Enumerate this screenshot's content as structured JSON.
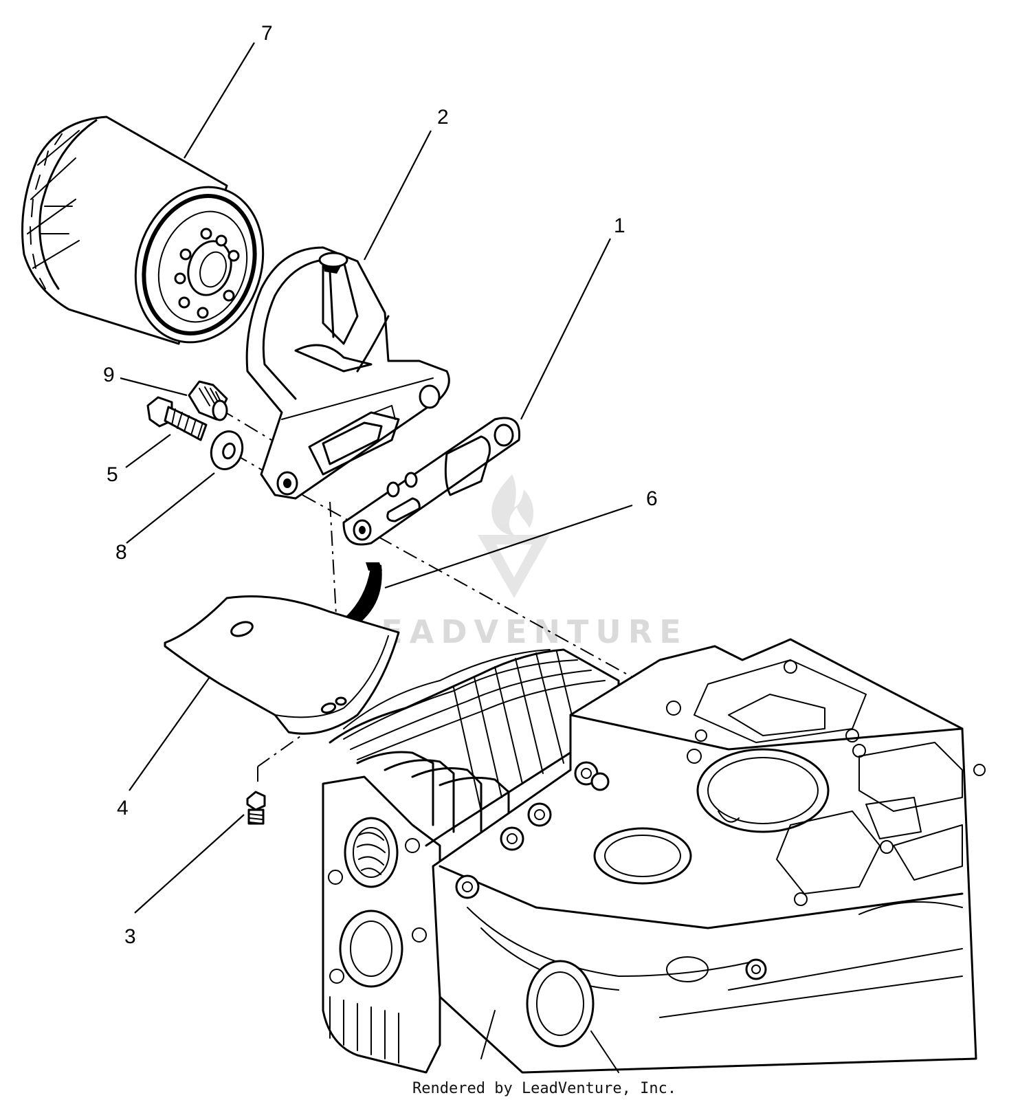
{
  "callouts": {
    "c1": "1",
    "c2": "2",
    "c3": "3",
    "c4": "4",
    "c5": "5",
    "c6": "6",
    "c7": "7",
    "c8": "8",
    "c9": "9"
  },
  "watermark": {
    "text": "LEADVENTURE",
    "color": "#d6d6d6"
  },
  "footer": {
    "credit": "Rendered by LeadVenture, Inc."
  }
}
